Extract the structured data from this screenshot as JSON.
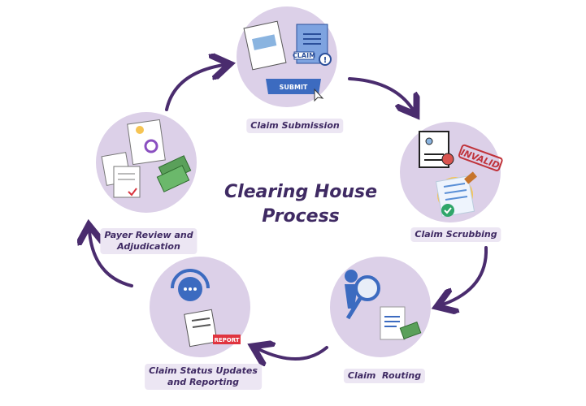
{
  "title": [
    "Clearing House",
    "Process"
  ],
  "steps": [
    {
      "label": "Claim Submission",
      "icon_texts": {
        "claim": "CLAIM",
        "submit": "SUBMIT"
      }
    },
    {
      "label": "Claim Scrubbing",
      "icon_texts": {
        "stamp": "INVALID"
      }
    },
    {
      "label": "Claim  Routing"
    },
    {
      "label": "Claim Status Updates\nand Reporting",
      "icon_texts": {
        "report": "REPORT"
      }
    },
    {
      "label": "Payer Review and\nAdjudication"
    }
  ],
  "colors": {
    "circle": "#dcd0e8",
    "arrow": "#4a2c6e",
    "title": "#3f2a63"
  }
}
